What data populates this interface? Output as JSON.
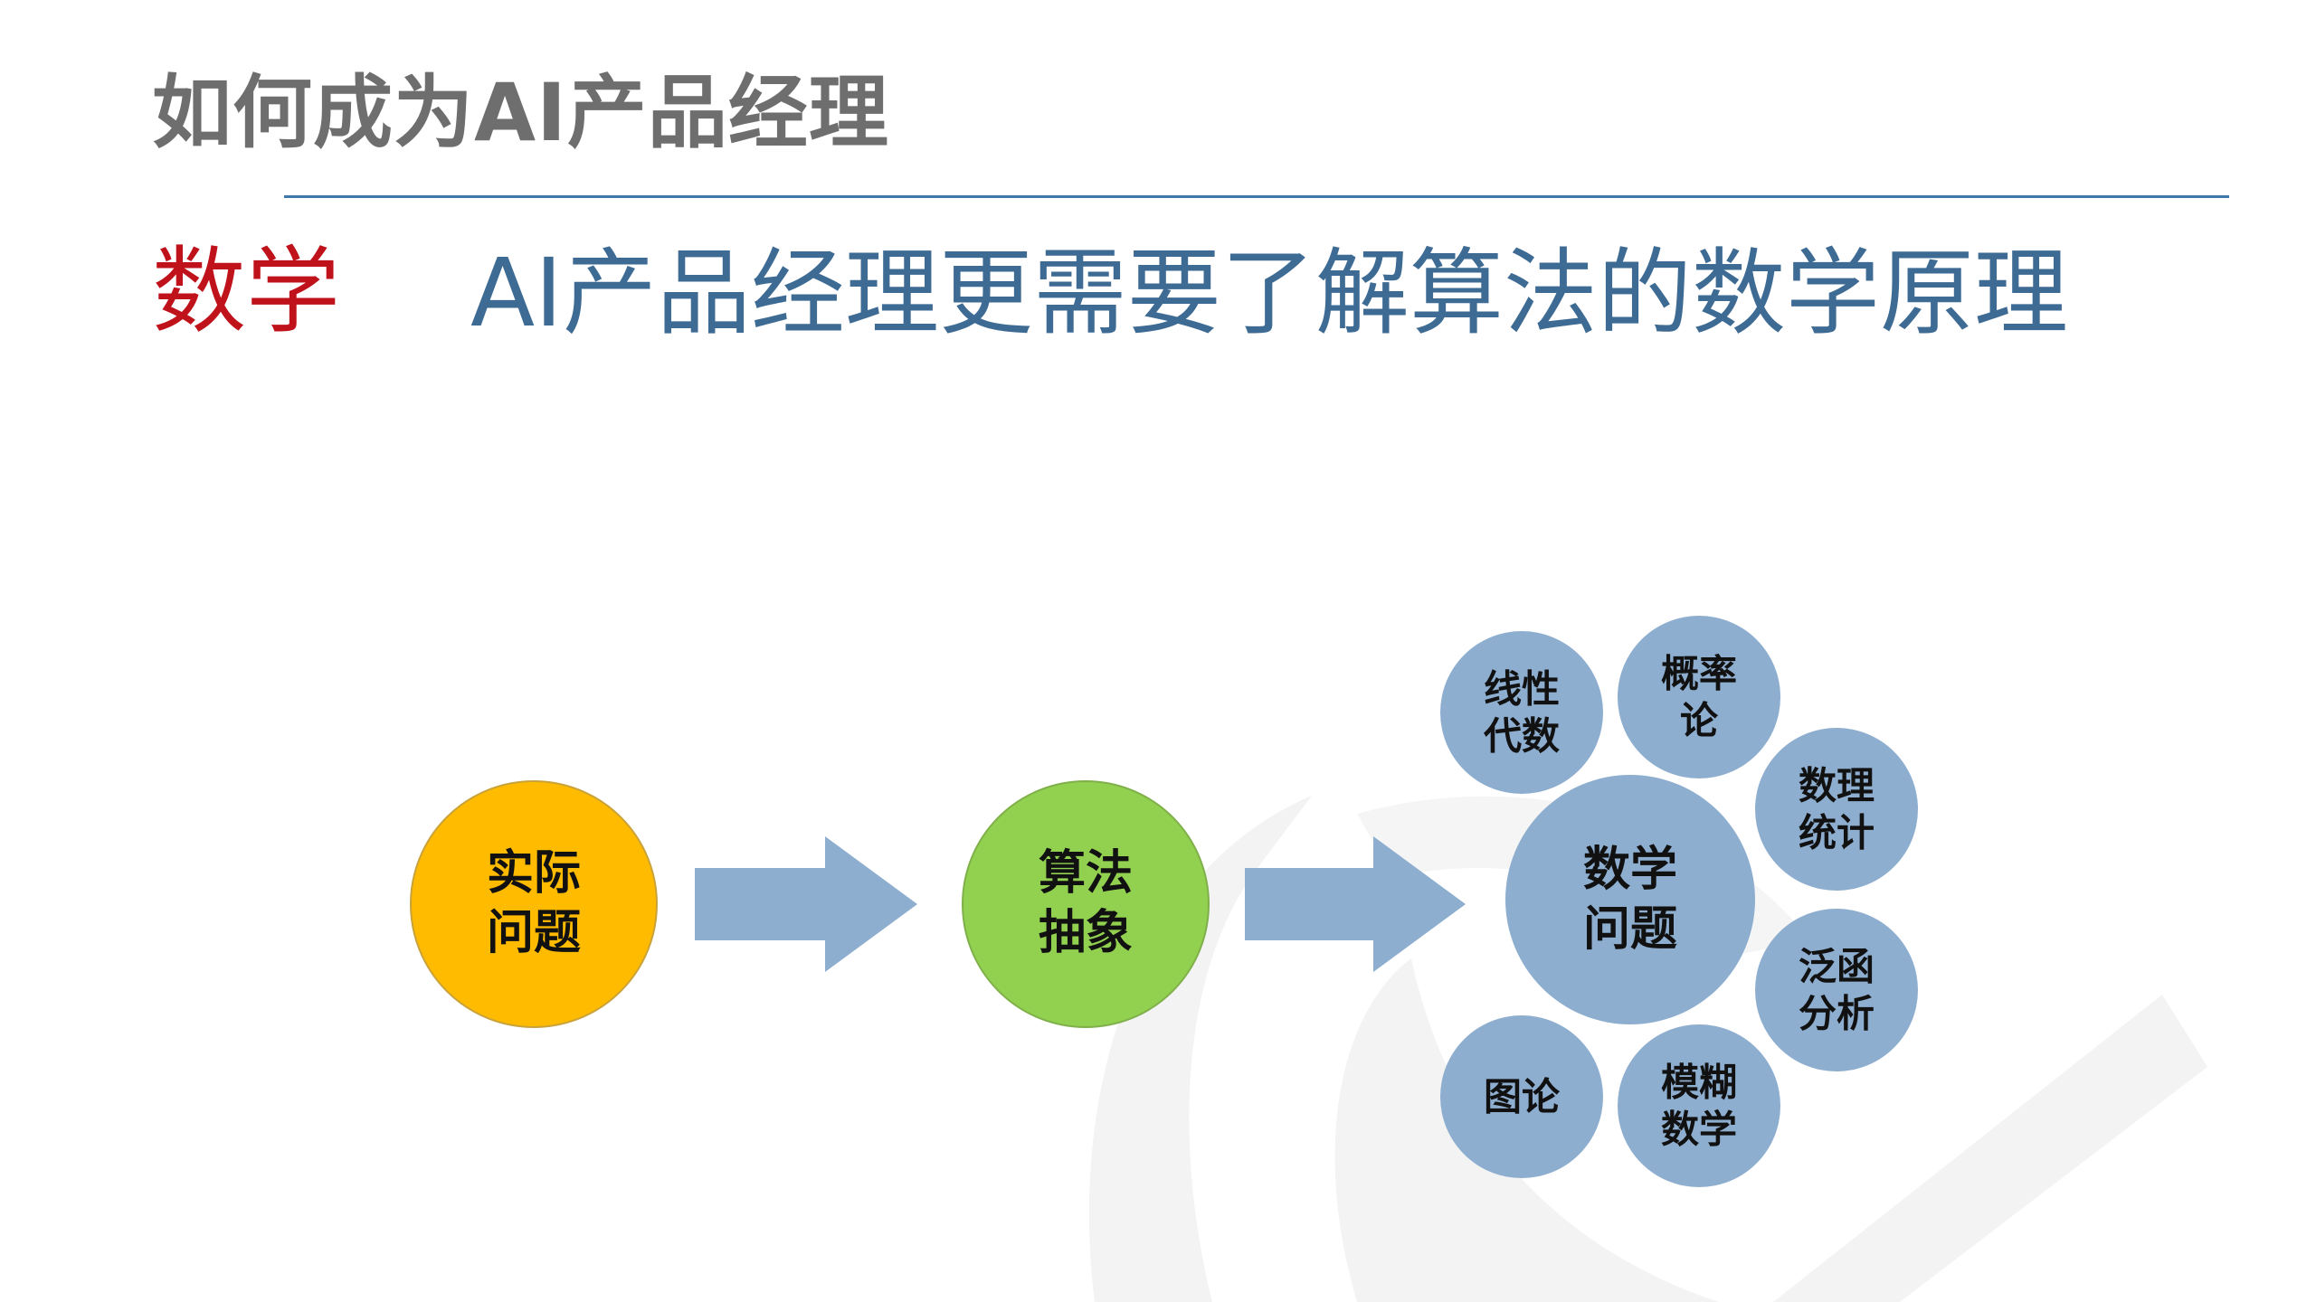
{
  "page": {
    "title": "如何成为AI产品经理",
    "subject": "数学",
    "headline": "AI产品经理更需要了解算法的数学原理"
  },
  "colors": {
    "title": "#6e6e6e",
    "rule": "#3f78a8",
    "subject": "#c0121b",
    "headline": "#3e6b94",
    "problem_node": "#ffbb00",
    "abstraction_node": "#92d050",
    "math_nodes": "#8eaed0",
    "arrows": "#8eaed0"
  },
  "diagram": {
    "steps": [
      {
        "lines": [
          "实际",
          "问题"
        ]
      },
      {
        "lines": [
          "算法",
          "抽象"
        ]
      },
      {
        "lines": [
          "数学",
          "问题"
        ]
      }
    ],
    "branches": [
      {
        "lines": [
          "线性",
          "代数"
        ]
      },
      {
        "lines": [
          "概率",
          "论"
        ]
      },
      {
        "lines": [
          "数理",
          "统计"
        ]
      },
      {
        "lines": [
          "泛函",
          "分析"
        ]
      },
      {
        "lines": [
          "模糊",
          "数学"
        ]
      },
      {
        "lines": [
          "图论"
        ]
      }
    ]
  }
}
